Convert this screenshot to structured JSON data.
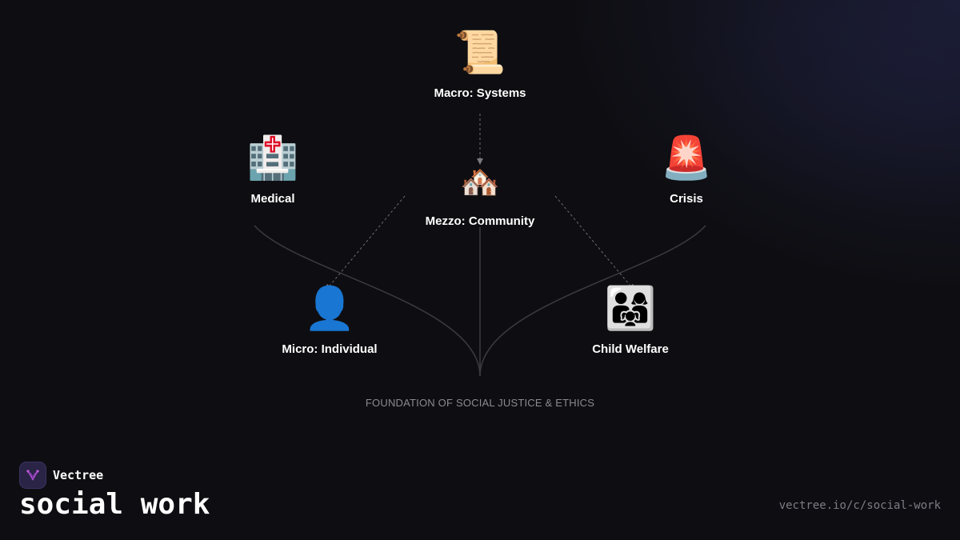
{
  "diagram": {
    "nodes": {
      "macro": {
        "icon": "📜",
        "icon_name": "scroll-icon",
        "label": "Macro: Systems"
      },
      "medical": {
        "icon": "🏥",
        "icon_name": "hospital-icon",
        "label": "Medical"
      },
      "mezzo": {
        "icon": "🏘️",
        "icon_name": "houses-icon",
        "label": "Mezzo: Community"
      },
      "crisis": {
        "icon": "🚨",
        "icon_name": "siren-icon",
        "label": "Crisis"
      },
      "micro": {
        "icon": "👤",
        "icon_name": "person-silhouette-icon",
        "label": "Micro: Individual"
      },
      "child": {
        "icon": "👨‍👩‍👧",
        "icon_name": "family-icon",
        "label": "Child Welfare"
      }
    },
    "edges": [
      {
        "from": "macro",
        "to": "mezzo",
        "style": "dashed"
      },
      {
        "from": "mezzo",
        "to": "micro",
        "style": "dashed"
      },
      {
        "from": "mezzo",
        "to": "child",
        "style": "dashed"
      }
    ],
    "foundation_label": "FOUNDATION OF SOCIAL JUSTICE & ETHICS"
  },
  "brand": {
    "name": "Vectree",
    "logo_icon": "vectree-logo-icon"
  },
  "page": {
    "title": "social work",
    "url": "vectree.io/c/social-work"
  },
  "colors": {
    "background": "#0e0e12",
    "glow": "#1e203e",
    "branch": "#3a3a3e",
    "dashed_edge": "#6a6a70",
    "label": "#ffffff",
    "muted": "#8a8a90",
    "logo_bg": "#2a2446",
    "logo_accent": "#b44bd6"
  }
}
